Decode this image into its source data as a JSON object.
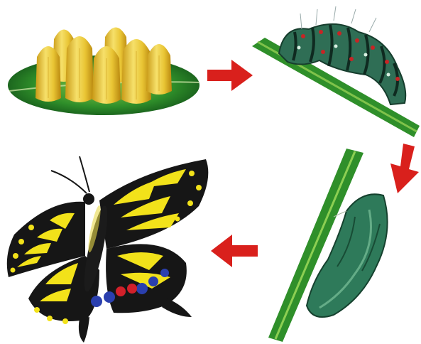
{
  "diagram": {
    "stages": [
      {
        "id": "eggs",
        "icon": "eggs-on-leaf-icon"
      },
      {
        "id": "caterpillar",
        "icon": "caterpillar-on-stem-icon"
      },
      {
        "id": "pupa",
        "icon": "chrysalis-on-stem-icon"
      },
      {
        "id": "butterfly",
        "icon": "swallowtail-butterfly-icon"
      }
    ],
    "arrows": [
      {
        "from": "eggs",
        "to": "caterpillar",
        "direction": "right"
      },
      {
        "from": "caterpillar",
        "to": "pupa",
        "direction": "down"
      },
      {
        "from": "pupa",
        "to": "butterfly",
        "direction": "left"
      }
    ],
    "colors": {
      "arrow": "#d9201c",
      "leaf": "#2f8f2a",
      "egg": "#e9c534",
      "caterpillar": "#2f6e55",
      "pupa": "#2e7a5a",
      "wing_yellow": "#f2e21a",
      "wing_black": "#161616",
      "wing_blue": "#2a3fae",
      "wing_red": "#d2202a"
    }
  }
}
